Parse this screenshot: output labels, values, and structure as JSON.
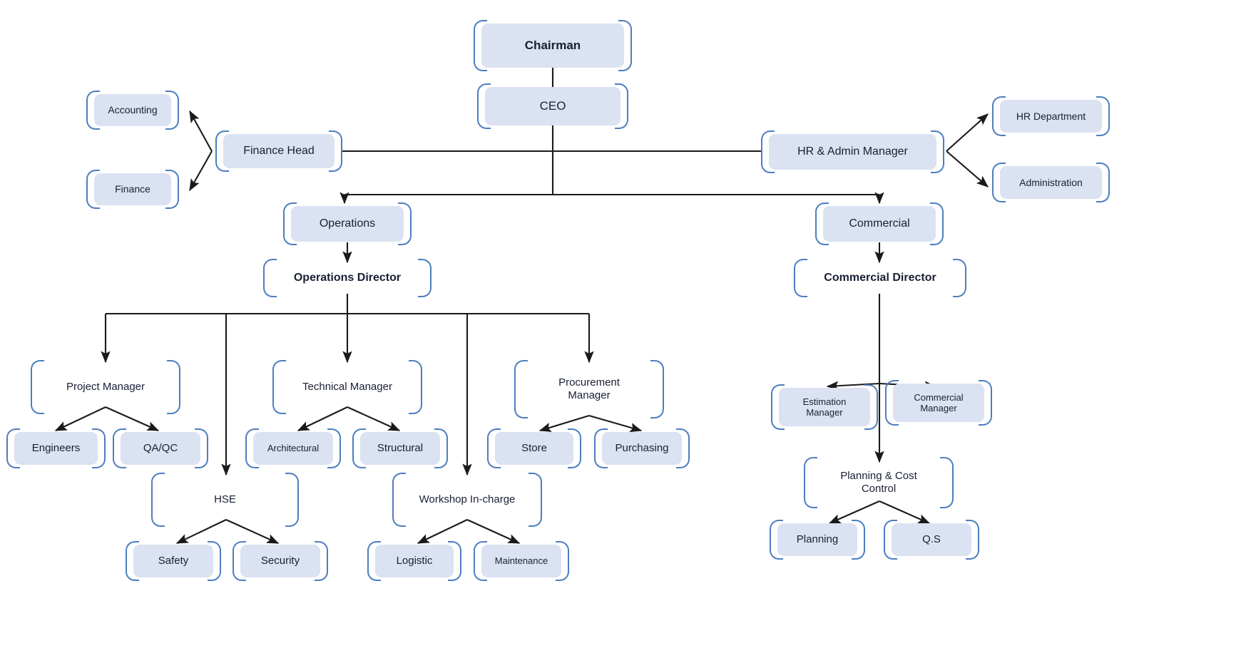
{
  "chart_data": {
    "type": "diagram",
    "title": "Company Organization Chart",
    "diagram_kind": "organizational-hierarchy",
    "accent_color": "#4d7ebf",
    "node_fill_color": "#dbe2f2",
    "connector_color": "#1a1a1a",
    "background": "#ffffff",
    "nodes": [
      {
        "id": "chairman",
        "label": "Chairman",
        "level": 0,
        "filled": true,
        "bold": true
      },
      {
        "id": "ceo",
        "label": "CEO",
        "level": 1,
        "filled": true,
        "bold": false
      },
      {
        "id": "finance-head",
        "label": "Finance Head",
        "level": 2,
        "filled": true,
        "bold": false
      },
      {
        "id": "accounting",
        "label": "Accounting",
        "level": 3,
        "filled": true,
        "bold": false
      },
      {
        "id": "finance",
        "label": "Finance",
        "level": 3,
        "filled": true,
        "bold": false
      },
      {
        "id": "hr-admin-manager",
        "label": "HR & Admin Manager",
        "level": 2,
        "filled": true,
        "bold": false
      },
      {
        "id": "hr-department",
        "label": "HR Department",
        "level": 3,
        "filled": true,
        "bold": false
      },
      {
        "id": "administration",
        "label": "Administration",
        "level": 3,
        "filled": true,
        "bold": false
      },
      {
        "id": "operations",
        "label": "Operations",
        "level": 2,
        "filled": true,
        "bold": false
      },
      {
        "id": "operations-director",
        "label": "Operations Director",
        "level": 3,
        "filled": false,
        "bold": true
      },
      {
        "id": "commercial",
        "label": "Commercial",
        "level": 2,
        "filled": true,
        "bold": false
      },
      {
        "id": "commercial-director",
        "label": "Commercial Director",
        "level": 3,
        "filled": false,
        "bold": true
      },
      {
        "id": "project-manager",
        "label": "Project Manager",
        "level": 4,
        "filled": false,
        "bold": false
      },
      {
        "id": "engineers",
        "label": "Engineers",
        "level": 5,
        "filled": true,
        "bold": false
      },
      {
        "id": "qa-qc",
        "label": "QA/QC",
        "level": 5,
        "filled": true,
        "bold": false
      },
      {
        "id": "hse",
        "label": "HSE",
        "level": 4,
        "filled": false,
        "bold": false
      },
      {
        "id": "safety",
        "label": "Safety",
        "level": 5,
        "filled": true,
        "bold": false
      },
      {
        "id": "security",
        "label": "Security",
        "level": 5,
        "filled": true,
        "bold": false
      },
      {
        "id": "technical-manager",
        "label": "Technical Manager",
        "level": 4,
        "filled": false,
        "bold": false
      },
      {
        "id": "architectural",
        "label": "Architectural",
        "level": 5,
        "filled": true,
        "bold": false
      },
      {
        "id": "structural",
        "label": "Structural",
        "level": 5,
        "filled": true,
        "bold": false
      },
      {
        "id": "workshop-in-charge",
        "label": "Workshop In-charge",
        "level": 4,
        "filled": false,
        "bold": false
      },
      {
        "id": "logistic",
        "label": "Logistic",
        "level": 5,
        "filled": true,
        "bold": false
      },
      {
        "id": "maintenance",
        "label": "Maintenance",
        "level": 5,
        "filled": true,
        "bold": false
      },
      {
        "id": "procurement-manager",
        "label": "Procurement\nManager",
        "level": 4,
        "filled": false,
        "bold": false
      },
      {
        "id": "store",
        "label": "Store",
        "level": 5,
        "filled": true,
        "bold": false
      },
      {
        "id": "purchasing",
        "label": "Purchasing",
        "level": 5,
        "filled": true,
        "bold": false
      },
      {
        "id": "estimation-manager",
        "label": "Estimation\nManager",
        "level": 4,
        "filled": true,
        "bold": false
      },
      {
        "id": "commercial-manager",
        "label": "Commercial\nManager",
        "level": 4,
        "filled": true,
        "bold": false
      },
      {
        "id": "planning-cost-control",
        "label": "Planning & Cost\nControl",
        "level": 4,
        "filled": false,
        "bold": false
      },
      {
        "id": "planning",
        "label": "Planning",
        "level": 5,
        "filled": true,
        "bold": false
      },
      {
        "id": "qs",
        "label": "Q.S",
        "level": 5,
        "filled": true,
        "bold": false
      }
    ],
    "edges": [
      {
        "from": "chairman",
        "to": "ceo",
        "arrow": false
      },
      {
        "from": "ceo",
        "to": "finance-head",
        "arrow": false
      },
      {
        "from": "ceo",
        "to": "hr-admin-manager",
        "arrow": false
      },
      {
        "from": "ceo",
        "to": "operations",
        "arrow": true
      },
      {
        "from": "ceo",
        "to": "commercial",
        "arrow": true
      },
      {
        "from": "finance-head",
        "to": "accounting",
        "arrow": true
      },
      {
        "from": "finance-head",
        "to": "finance",
        "arrow": true
      },
      {
        "from": "hr-admin-manager",
        "to": "hr-department",
        "arrow": true
      },
      {
        "from": "hr-admin-manager",
        "to": "administration",
        "arrow": true
      },
      {
        "from": "operations",
        "to": "operations-director",
        "arrow": true
      },
      {
        "from": "commercial",
        "to": "commercial-director",
        "arrow": true
      },
      {
        "from": "operations-director",
        "to": "project-manager",
        "arrow": true
      },
      {
        "from": "operations-director",
        "to": "hse",
        "arrow": true
      },
      {
        "from": "operations-director",
        "to": "technical-manager",
        "arrow": true
      },
      {
        "from": "operations-director",
        "to": "workshop-in-charge",
        "arrow": true
      },
      {
        "from": "operations-director",
        "to": "procurement-manager",
        "arrow": true
      },
      {
        "from": "project-manager",
        "to": "engineers",
        "arrow": true
      },
      {
        "from": "project-manager",
        "to": "qa-qc",
        "arrow": true
      },
      {
        "from": "hse",
        "to": "safety",
        "arrow": true
      },
      {
        "from": "hse",
        "to": "security",
        "arrow": true
      },
      {
        "from": "technical-manager",
        "to": "architectural",
        "arrow": true
      },
      {
        "from": "technical-manager",
        "to": "structural",
        "arrow": true
      },
      {
        "from": "workshop-in-charge",
        "to": "logistic",
        "arrow": true
      },
      {
        "from": "workshop-in-charge",
        "to": "maintenance",
        "arrow": true
      },
      {
        "from": "procurement-manager",
        "to": "store",
        "arrow": true
      },
      {
        "from": "procurement-manager",
        "to": "purchasing",
        "arrow": true
      },
      {
        "from": "commercial-director",
        "to": "estimation-manager",
        "arrow": true
      },
      {
        "from": "commercial-director",
        "to": "commercial-manager",
        "arrow": true
      },
      {
        "from": "commercial-director",
        "to": "planning-cost-control",
        "arrow": true
      },
      {
        "from": "planning-cost-control",
        "to": "planning",
        "arrow": true
      },
      {
        "from": "planning-cost-control",
        "to": "qs",
        "arrow": true
      }
    ]
  },
  "labels": {
    "chairman": "Chairman",
    "ceo": "CEO",
    "finance_head": "Finance Head",
    "accounting": "Accounting",
    "finance": "Finance",
    "hr_admin_manager": "HR & Admin Manager",
    "hr_department": "HR Department",
    "administration": "Administration",
    "operations": "Operations",
    "operations_director": "Operations Director",
    "commercial": "Commercial",
    "commercial_director": "Commercial Director",
    "project_manager": "Project Manager",
    "engineers": "Engineers",
    "qa_qc": "QA/QC",
    "hse": "HSE",
    "safety": "Safety",
    "security": "Security",
    "technical_manager": "Technical Manager",
    "architectural": "Architectural",
    "structural": "Structural",
    "workshop_in_charge": "Workshop In-charge",
    "logistic": "Logistic",
    "maintenance": "Maintenance",
    "procurement_manager": "Procurement\nManager",
    "store": "Store",
    "purchasing": "Purchasing",
    "estimation_manager": "Estimation\nManager",
    "commercial_manager": "Commercial\nManager",
    "planning_cost_control": "Planning & Cost\nControl",
    "planning": "Planning",
    "qs": "Q.S"
  }
}
